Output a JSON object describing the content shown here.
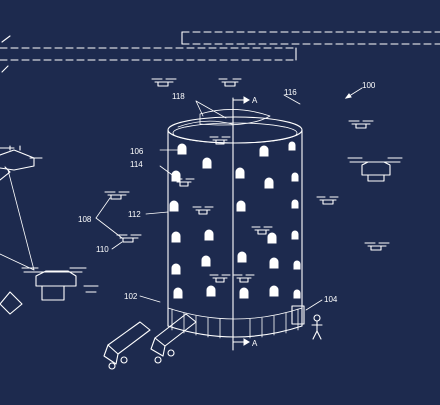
{
  "colors": {
    "background": "#1d2a4e",
    "line": "#ffffff"
  },
  "labels": {
    "ref_100": "100",
    "ref_116": "116",
    "ref_118": "118",
    "ref_106": "106",
    "ref_114": "114",
    "ref_112": "112",
    "ref_108": "108",
    "ref_110": "110",
    "ref_102": "102",
    "ref_104": "104",
    "section_top": "A",
    "section_bottom": "A"
  }
}
